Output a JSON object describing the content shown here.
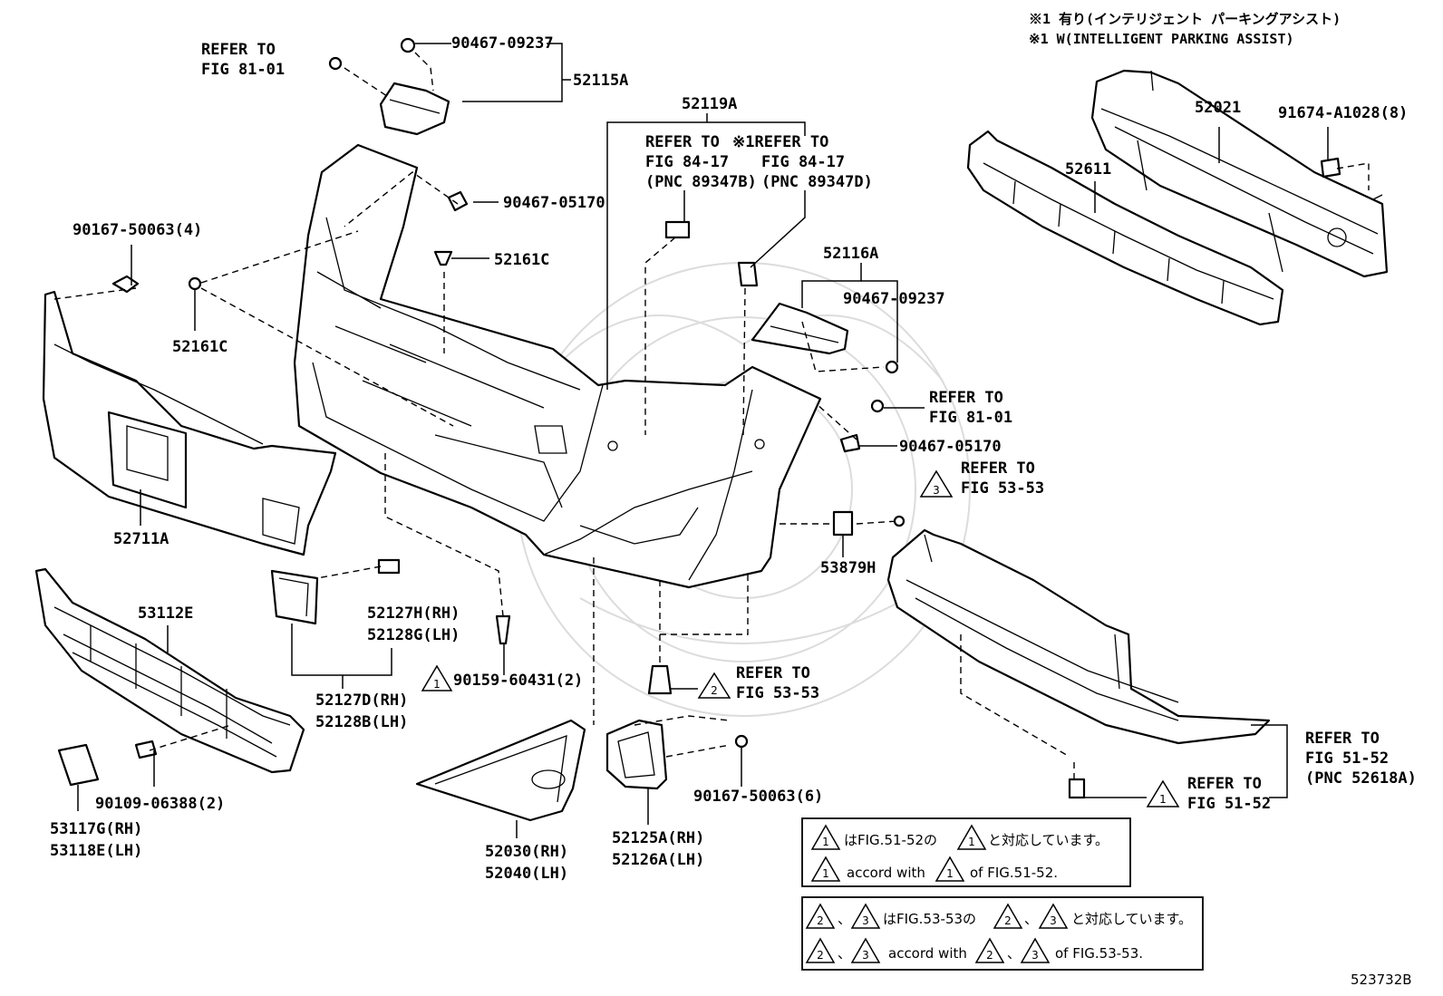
{
  "header_notes": {
    "line1": "※1 有り(インテリジェント パーキングアシスト)",
    "line2": "※1 W(INTELLIGENT PARKING ASSIST)"
  },
  "callouts": {
    "refer_81_01_top": [
      "REFER TO",
      "FIG 81-01"
    ],
    "p90467_09237_top": "90467-09237",
    "p52115A": "52115A",
    "p52119A": "52119A",
    "refer_84_17_left": [
      "REFER TO",
      "FIG 84-17",
      "(PNC 89347B)"
    ],
    "refer_84_17_right": [
      "※1REFER TO",
      "FIG 84-17",
      "(PNC 89347D)"
    ],
    "p90467_05170_top": "90467-05170",
    "p90167_50063_4": "90167-50063(4)",
    "p52161C_mid": "52161C",
    "p52161C_left": "52161C",
    "p52021": "52021",
    "p91674_A1028_8": "91674-A1028(8)",
    "p52611": "52611",
    "p52116A": "52116A",
    "p90467_09237_right": "90467-09237",
    "refer_81_01_right": [
      "REFER TO",
      "FIG 81-01"
    ],
    "p90467_05170_right": "90467-05170",
    "refer_53_53_tri3": [
      "REFER TO",
      "FIG 53-53"
    ],
    "p53879H": "53879H",
    "p52711A": "52711A",
    "p53112E": "53112E",
    "p52127H": [
      "52127H(RH)",
      "52128G(LH)"
    ],
    "p52127D": [
      "52127D(RH)",
      "52128B(LH)"
    ],
    "p90159_60431_2": "90159-60431(2)",
    "refer_53_53_tri2": [
      "REFER TO",
      "FIG 53-53"
    ],
    "refer_51_52_right": [
      "REFER TO",
      "FIG 51-52",
      "(PNC 52618A)"
    ],
    "refer_51_52_tri1": [
      "REFER TO",
      "FIG 51-52"
    ],
    "p90109_06388_2": "90109-06388(2)",
    "p53117G": [
      "53117G(RH)",
      "53118E(LH)"
    ],
    "p52030": [
      "52030(RH)",
      "52040(LH)"
    ],
    "p52125A": [
      "52125A(RH)",
      "52126A(LH)"
    ],
    "p90167_50063_6": "90167-50063(6)"
  },
  "triangle_marks": {
    "one": "1",
    "two": "2",
    "three": "3"
  },
  "legend_box_1": {
    "jp_mid": "はFIG.51-52の",
    "jp_end": "と対応しています。",
    "en_mid": "accord with",
    "en_end": "of FIG.51-52."
  },
  "legend_box_2": {
    "sep": "、",
    "jp_mid": "はFIG.53-53の",
    "jp_end": "と対応しています。",
    "en_mid": "accord with",
    "en_end": "of FIG.53-53."
  },
  "figure_id": "523732B"
}
